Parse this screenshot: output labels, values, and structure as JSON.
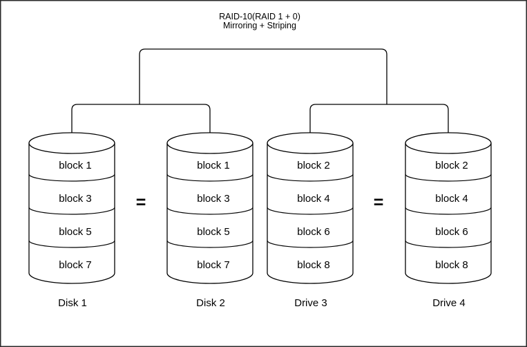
{
  "diagram": {
    "title": "RAID-10(RAID 1 + 0)",
    "subtitle": "Mirroring + Striping",
    "equals": "=",
    "disks": [
      {
        "label": "Disk 1",
        "blocks": [
          "block 1",
          "block 3",
          "block 5",
          "block 7"
        ]
      },
      {
        "label": "Disk 2",
        "blocks": [
          "block 1",
          "block 3",
          "block 5",
          "block 7"
        ]
      },
      {
        "label": "Drive 3",
        "blocks": [
          "block 2",
          "block 4",
          "block 6",
          "block 8"
        ]
      },
      {
        "label": "Drive 4",
        "blocks": [
          "block 2",
          "block 4",
          "block 6",
          "block 8"
        ]
      }
    ],
    "colors": {
      "stroke": "#000000",
      "background": "#ffffff",
      "text": "#000000"
    }
  }
}
